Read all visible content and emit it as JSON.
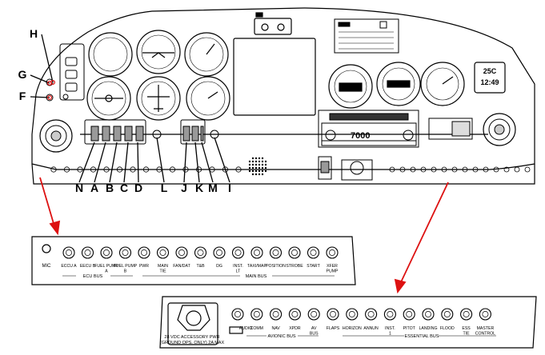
{
  "callouts": [
    "H",
    "G",
    "F",
    "N",
    "A",
    "B",
    "C",
    "D",
    "L",
    "J",
    "K",
    "M",
    "I"
  ],
  "transponder_code": "7000",
  "temperature_readout": "25C",
  "clock_readout": "12:49",
  "ecu_bus_label": "ECU BUS",
  "main_bus_label": "MAIN BUS",
  "avionic_bus_label": "AVIONIC BUS",
  "essential_bus_label": "ESSENTIAL BUS",
  "left_panel": {
    "mic": "MIC",
    "breakers": [
      "ECCU A",
      "EECU B",
      "FUEL PUMP A",
      "FUEL PUMP B",
      "PWR",
      "MAIN TIE",
      "FAN/DAT",
      "T&B",
      "DG",
      "INST. LT",
      "TAXI/MAP",
      "POSITION",
      "STROBE",
      "START",
      "XFER PUMP"
    ]
  },
  "right_panel": {
    "socket_caption_line1": "28 VDC ACCESSORY PWR",
    "socket_caption_line2": "(GROUND OPS. ONLY) 2A MAX",
    "breakers": [
      "AUDIO",
      "COMM",
      "NAV",
      "XPDR",
      "AV BUS",
      "FLAPS",
      "HORIZON",
      "ANNUN",
      "INST. 1",
      "PITOT",
      "LANDING",
      "FLOOD",
      "ESS TIE",
      "MASTER CONTROL"
    ]
  }
}
